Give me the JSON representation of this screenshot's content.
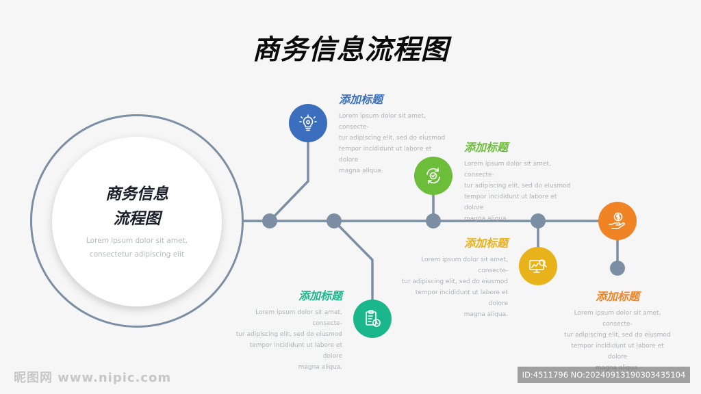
{
  "title": "商务信息流程图",
  "center": {
    "line1": "商务信息",
    "line2": "流程图",
    "desc1": "Lorem ipsum dolor sit amet,",
    "desc2": "consectetur adipiscing elit"
  },
  "steps": [
    {
      "title": "添加标题",
      "color": "#3b6fbd",
      "icon": "lightbulb-icon",
      "lines": [
        "Lorem ipsum dolor sit amet, consecte-",
        "tur adipiscing elit, sed do eiusmod",
        "tempor incididunt ut labore et dolore",
        "magna aliqua."
      ]
    },
    {
      "title": "添加标题",
      "color": "#1cb68d",
      "icon": "clipboard-clock-icon",
      "lines": [
        "Lorem ipsum dolor sit amet, consecte-",
        "tur adipiscing elit, sed do eiusmod",
        "tempor incididunt ut labore et dolore",
        "magna aliqua."
      ]
    },
    {
      "title": "添加标题",
      "color": "#6cbd3a",
      "icon": "gear-cycle-icon",
      "lines": [
        "Lorem ipsum dolor sit amet, consecte-",
        "tur adipiscing elit, sed do eiusmod",
        "tempor incididunt ut labore et dolore",
        "magna aliqua."
      ]
    },
    {
      "title": "添加标题",
      "color": "#e8b21a",
      "icon": "monitor-search-icon",
      "lines": [
        "Lorem ipsum dolor sit amet, consecte-",
        "tur adipiscing elit, sed do eiusmod",
        "tempor incididunt ut labore et dolore",
        "magna aliqua."
      ]
    },
    {
      "title": "添加标题",
      "color": "#f08323",
      "icon": "money-hand-icon",
      "lines": [
        "Lorem ipsum dolor sit amet, consecte-",
        "tur adipiscing elit, sed do eiusmod",
        "tempor incididunt ut labore et dolore",
        "magna aliqua."
      ]
    }
  ],
  "line_color": "#7b8ea3",
  "watermark": {
    "left": "昵图网 www.nipic.com",
    "right": "ID:4511796 NO:20240913190303435104"
  }
}
